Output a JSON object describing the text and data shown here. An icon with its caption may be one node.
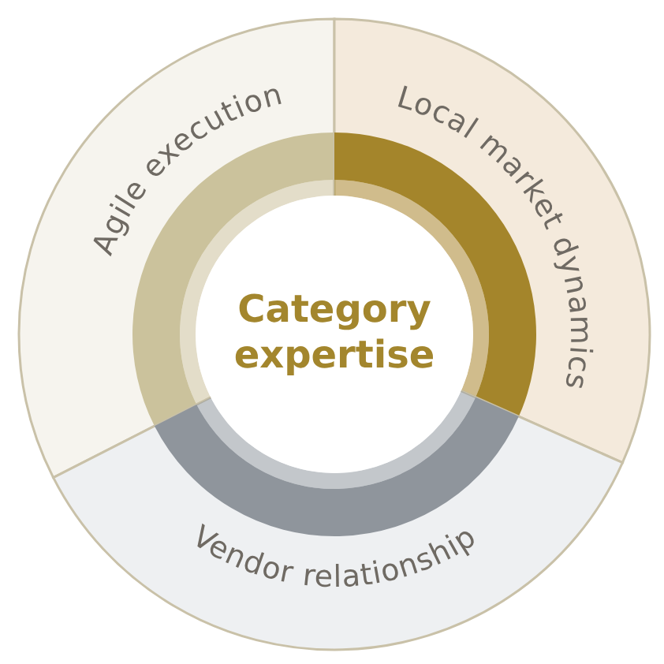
{
  "diagram": {
    "nodes": [
      {
        "text": [
          "Agile execution"
        ]
      },
      {
        "text": [
          "Local market dynamics"
        ]
      },
      {
        "text": [
          "Category expertise"
        ]
      },
      {
        "text": [
          "Vendor relationship"
        ]
      }
    ]
  }
}
